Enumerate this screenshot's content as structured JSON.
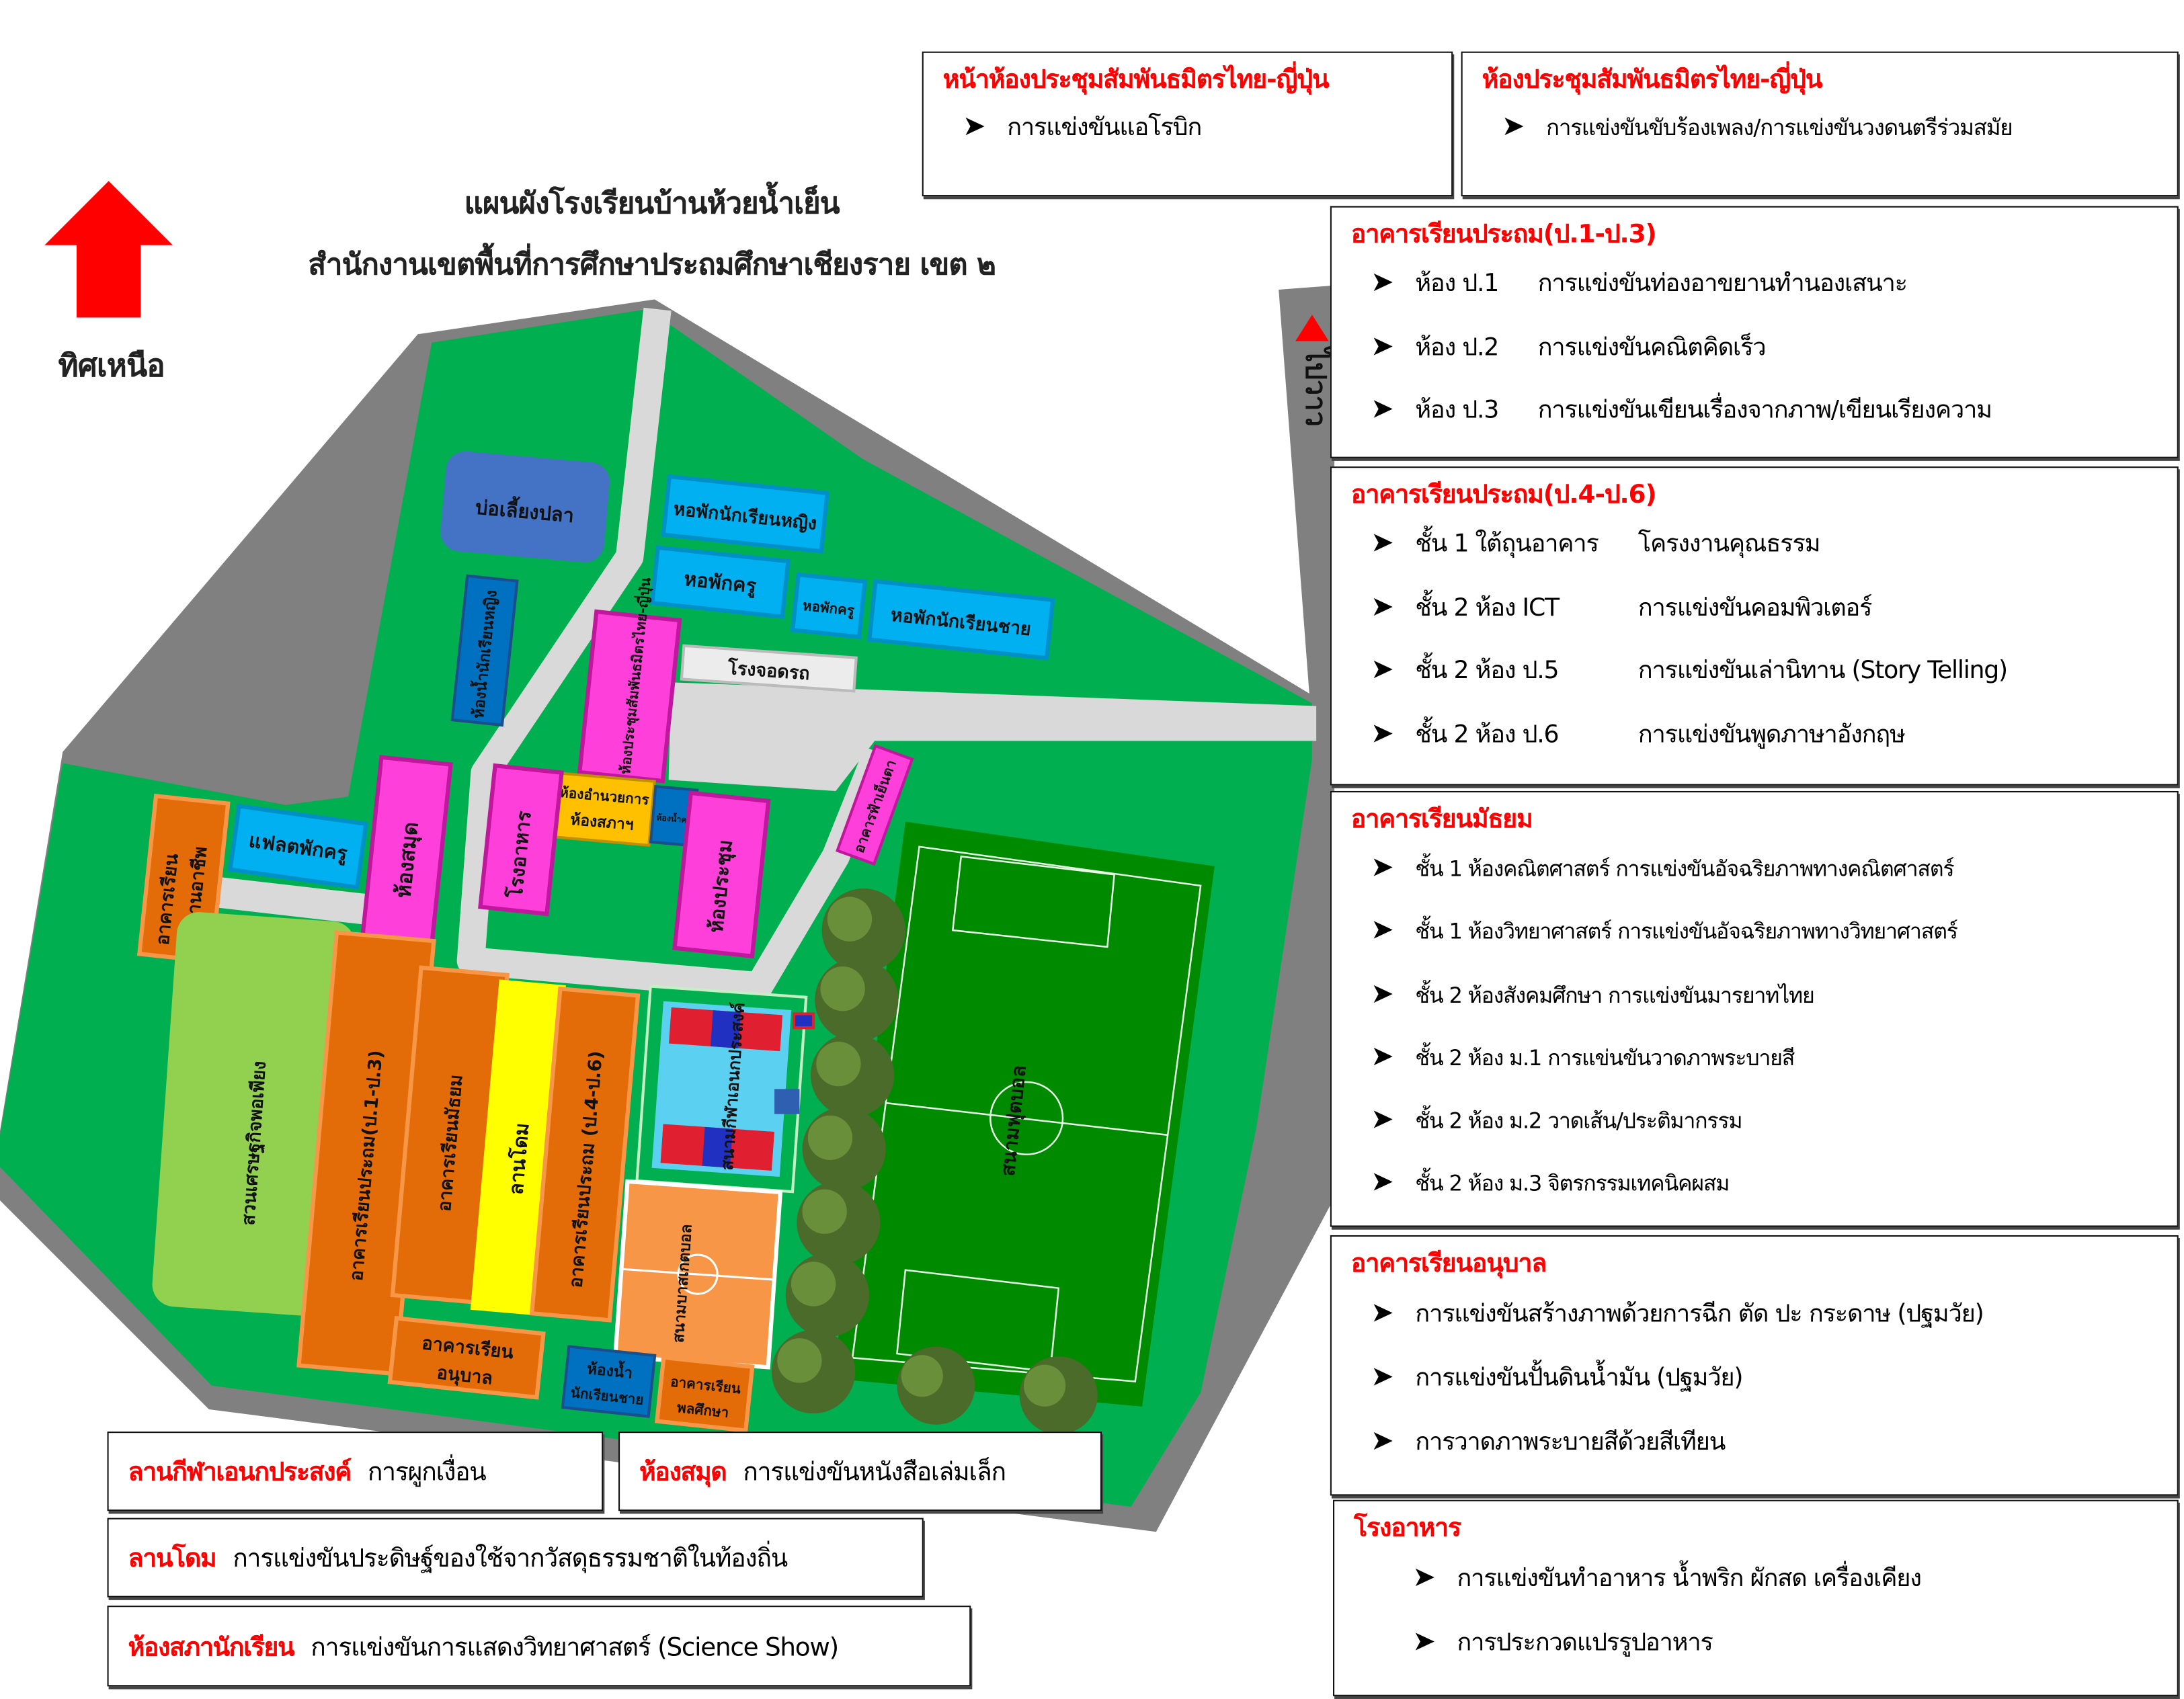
{
  "map_title": {
    "line1": "แผนผังโรงเรียนบ้านห้วยน้ำเย็น",
    "line2": "สำนักงานเขตพื้นที่การศึกษาประถมศึกษาเชียงราย เขต ๒"
  },
  "north": {
    "label": "ทิศเหนือ",
    "icon": "north-arrow-icon",
    "color": "#ff0000"
  },
  "road_label": "ไปวาว",
  "colors": {
    "grass": "#00b050",
    "road": "#d9d9d9",
    "boundary": "#808080",
    "orange_building": "#e36c09",
    "magenta_building": "#ff3fd9",
    "cyan_building": "#00b0f0",
    "blue_building": "#0070c0",
    "heading_red": "#ff0000"
  },
  "buildings": {
    "fish_pond": "บ่อเลี้ยงปลา",
    "girls_dorm": "หอพักนักเรียนหญิง",
    "teacher_dorm_1": "หอพักครู",
    "teacher_dorm_2": "หอพักครู",
    "boys_dorm": "หอพักนักเรียนชาย",
    "garage": "โรงจอดรถ",
    "girls_toilet": "ห้องน้ำนักเรียนหญิง",
    "thai_japan_hall": "ห้องประชุมสัมพันธมิตรไทย-ญี่ปุ่น",
    "admin_1": "ห้องอำนวยการ",
    "admin_2": "ห้องสภาฯ",
    "teacher_toilet": "ห้องน้ำครู",
    "teacher_flat": "แฟลตพักครู",
    "vocational_1": "อาคารเรียน",
    "vocational_2": "การงานอาชีพ",
    "library": "ห้องสมุด",
    "canteen": "โรงอาหาร",
    "meeting_room": "ห้องประชุม",
    "fa_yen_ta": "อาคารฟ้าเย็นตา",
    "garden": "สวนเศรษฐกิจพอเพียง",
    "primary_13": "อาคารเรียนประถม(ป.1-ป.3)",
    "secondary": "อาคารเรียนมัธยม",
    "dome": "ลานโดม",
    "primary_46": "อาคารเรียนประถม (ป.4-ป.6)",
    "multi_court": "สนามกีฬาเอนกประสงค์",
    "basketball": "สนามบาสเกตบอล",
    "kinder_1": "อาคารเรียน",
    "kinder_2": "อนุบาล",
    "boys_toilet_1": "ห้องน้ำ",
    "boys_toilet_2": "นักเรียนชาย",
    "pe_1": "อาคารเรียน",
    "pe_2": "พลศึกษา",
    "football": "สนามฟุตบอล"
  },
  "boxes": {
    "front_hall": {
      "heading": "หน้าห้องประชุมสัมพันธมิตรไทย-ญี่ปุ่น",
      "items": [
        "การแข่งขันแอโรบิก"
      ]
    },
    "hall": {
      "heading": "ห้องประชุมสัมพันธมิตรไทย-ญี่ปุ่น",
      "items": [
        "การแข่งขันขับร้องเพลง/การแข่งขันวงดนตรีร่วมสมัย"
      ]
    },
    "p13": {
      "heading": "อาคารเรียนประถม(ป.1-ป.3)",
      "items": [
        {
          "place": "ห้อง ป.1",
          "activity": "การแข่งขันท่องอาขยานทำนองเสนาะ"
        },
        {
          "place": "ห้อง ป.2",
          "activity": "การแข่งขันคณิตคิดเร็ว"
        },
        {
          "place": "ห้อง ป.3",
          "activity": "การแข่งขันเขียนเรื่องจากภาพ/เขียนเรียงความ"
        }
      ]
    },
    "p46": {
      "heading": "อาคารเรียนประถม(ป.4-ป.6)",
      "items": [
        {
          "place": "ชั้น 1  ใต้ถุนอาคาร",
          "activity": "โครงงานคุณธรรม"
        },
        {
          "place": "ชั้น 2  ห้อง ICT",
          "activity": "การแข่งขันคอมพิวเตอร์"
        },
        {
          "place": "ชั้น 2  ห้อง ป.5",
          "activity": "การแข่งขันเล่านิทาน (Story Telling)"
        },
        {
          "place": "ชั้น 2  ห้อง ป.6",
          "activity": "การแข่งขันพูดภาษาอังกฤษ"
        }
      ]
    },
    "secondary": {
      "heading": "อาคารเรียนมัธยม",
      "items": [
        "ชั้น 1  ห้องคณิตศาสตร์ การแข่งขันอัจฉริยภาพทางคณิตศาสตร์",
        "ชั้น 1  ห้องวิทยาศาสตร์ การแข่งขันอัจฉริยภาพทางวิทยาศาสตร์",
        "ชั้น 2  ห้องสังคมศึกษา  การแข่งขันมารยาทไทย",
        "ชั้น 2  ห้อง ม.1  การแข่นขันวาดภาพระบายสี",
        "ชั้น 2  ห้อง ม.2  วาดเส้น/ประติมากรรม",
        "ชั้น 2  ห้อง ม.3  จิตรกรรมเทคนิคผสม"
      ]
    },
    "kindergarten": {
      "heading": "อาคารเรียนอนุบาล",
      "items": [
        "การแข่งขันสร้างภาพด้วยการฉีก ตัด ปะ กระดาษ (ปฐมวัย)",
        "การแข่งขันปั้นดินน้ำมัน (ปฐมวัย)",
        "การวาดภาพระบายสีด้วยสีเทียน"
      ]
    },
    "canteen": {
      "heading": "โรงอาหาร",
      "items": [
        "การแข่งขันทำอาหาร น้ำพริก ผักสด เครื่องเคียง",
        "การประกวดแปรรูปอาหาร"
      ]
    },
    "court": {
      "heading": "ลานกีฬาเอนกประสงค์",
      "text": "การผูกเงื่อน"
    },
    "library": {
      "heading": "ห้องสมุด",
      "text": "การแข่งขันหนังสือเล่มเล็ก"
    },
    "dome": {
      "heading": "ลานโดม",
      "text": "การแข่งขันประดิษฐ์ของใช้จากวัสดุธรรมชาติในท้องถิ่น"
    },
    "council": {
      "heading": "ห้องสภานักเรียน",
      "text": "การแข่งขันการแสดงวิทยาศาสตร์ (Science Show)"
    }
  }
}
